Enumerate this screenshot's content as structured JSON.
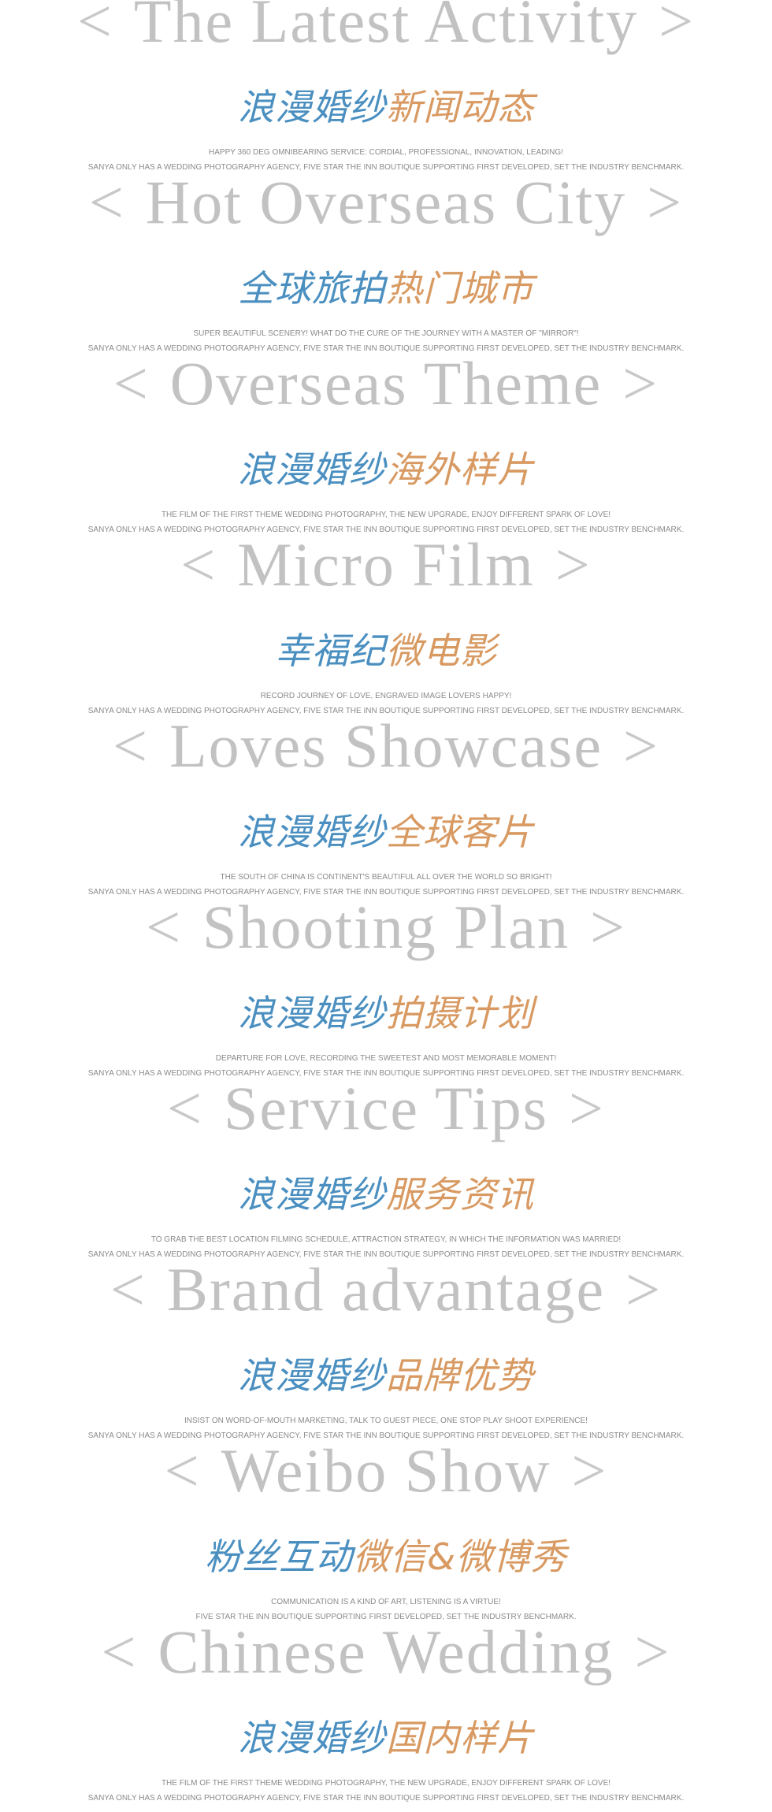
{
  "sections": [
    {
      "en": "The Latest Activity",
      "cn_a": "浪漫婚纱",
      "cn_b": "新闻动态",
      "sub1": "HAPPY 360 DEG OMNIBEARING SERVICE: CORDIAL, PROFESSIONAL, INNOVATION, LEADING!",
      "sub2": "SANYA ONLY HAS A WEDDING PHOTOGRAPHY AGENCY, FIVE STAR THE INN BOUTIQUE SUPPORTING FIRST DEVELOPED, SET THE INDUSTRY BENCHMARK."
    },
    {
      "en": "Hot Overseas City",
      "cn_a": "全球旅拍",
      "cn_b": "热门城市",
      "sub1": "SUPER BEAUTIFUL SCENERY! WHAT DO THE CURE OF THE JOURNEY WITH A MASTER OF \"MIRROR\"!",
      "sub2": "SANYA ONLY HAS A WEDDING PHOTOGRAPHY AGENCY, FIVE STAR THE INN BOUTIQUE SUPPORTING FIRST DEVELOPED, SET THE INDUSTRY BENCHMARK."
    },
    {
      "en": "Overseas Theme",
      "cn_a": "浪漫婚纱",
      "cn_b": "海外样片",
      "sub1": "THE FILM OF THE FIRST THEME WEDDING PHOTOGRAPHY, THE NEW UPGRADE, ENJOY DIFFERENT SPARK OF LOVE!",
      "sub2": "SANYA ONLY HAS A WEDDING PHOTOGRAPHY AGENCY, FIVE STAR THE INN BOUTIQUE SUPPORTING FIRST DEVELOPED, SET THE INDUSTRY BENCHMARK."
    },
    {
      "en": "Micro Film",
      "cn_a": "幸福纪",
      "cn_b": "微电影",
      "sub1": "RECORD JOURNEY OF LOVE, ENGRAVED IMAGE LOVERS HAPPY!",
      "sub2": "SANYA ONLY HAS A WEDDING PHOTOGRAPHY AGENCY, FIVE STAR THE INN BOUTIQUE SUPPORTING FIRST DEVELOPED, SET THE INDUSTRY BENCHMARK."
    },
    {
      "en": "Loves Showcase",
      "cn_a": "浪漫婚纱",
      "cn_b": "全球客片",
      "sub1": "THE SOUTH OF CHINA IS CONTINENT'S BEAUTIFUL ALL OVER THE WORLD SO BRIGHT!",
      "sub2": "SANYA ONLY HAS A WEDDING PHOTOGRAPHY AGENCY, FIVE STAR THE INN BOUTIQUE SUPPORTING FIRST DEVELOPED, SET THE INDUSTRY BENCHMARK."
    },
    {
      "en": "Shooting Plan",
      "cn_a": "浪漫婚纱",
      "cn_b": "拍摄计划",
      "sub1": "DEPARTURE FOR LOVE, RECORDING THE SWEETEST AND MOST MEMORABLE MOMENT!",
      "sub2": "SANYA ONLY HAS A WEDDING PHOTOGRAPHY AGENCY, FIVE STAR THE INN BOUTIQUE SUPPORTING FIRST DEVELOPED, SET THE INDUSTRY BENCHMARK."
    },
    {
      "en": "Service Tips",
      "cn_a": "浪漫婚纱",
      "cn_b": "服务资讯",
      "sub1": "TO GRAB THE BEST LOCATION FILMING SCHEDULE, ATTRACTION STRATEGY, IN WHICH THE INFORMATION WAS MARRIED!",
      "sub2": "SANYA ONLY HAS A WEDDING PHOTOGRAPHY AGENCY, FIVE STAR THE INN BOUTIQUE SUPPORTING FIRST DEVELOPED, SET THE INDUSTRY BENCHMARK."
    },
    {
      "en": "Brand advantage",
      "cn_a": "浪漫婚纱",
      "cn_b": "品牌优势",
      "sub1": "INSIST ON WORD-OF-MOUTH MARKETING, TALK TO GUEST PIECE, ONE STOP PLAY SHOOT EXPERIENCE!",
      "sub2": "SANYA ONLY HAS A WEDDING PHOTOGRAPHY AGENCY, FIVE STAR THE INN BOUTIQUE SUPPORTING FIRST DEVELOPED, SET THE INDUSTRY BENCHMARK."
    },
    {
      "en": "Weibo Show",
      "cn_a": "粉丝互动",
      "cn_b": "微信&微博秀",
      "sub1": "COMMUNICATION IS A KIND OF ART, LISTENING IS A VIRTUE!",
      "sub2": "FIVE STAR THE INN BOUTIQUE SUPPORTING FIRST DEVELOPED, SET THE INDUSTRY BENCHMARK."
    },
    {
      "en": "Chinese Wedding",
      "cn_a": "浪漫婚纱",
      "cn_b": "国内样片",
      "sub1": "THE FILM OF THE FIRST THEME WEDDING PHOTOGRAPHY, THE NEW UPGRADE, ENJOY DIFFERENT SPARK OF LOVE!",
      "sub2": "SANYA ONLY HAS A WEDDING PHOTOGRAPHY AGENCY, FIVE STAR THE INN BOUTIQUE SUPPORTING FIRST DEVELOPED, SET THE INDUSTRY BENCHMARK."
    }
  ],
  "angle_left": "<",
  "angle_right": ">",
  "colors": {
    "blue": "#4a8fc0",
    "orange": "#d89a62",
    "grey": "#c2c2c2"
  }
}
